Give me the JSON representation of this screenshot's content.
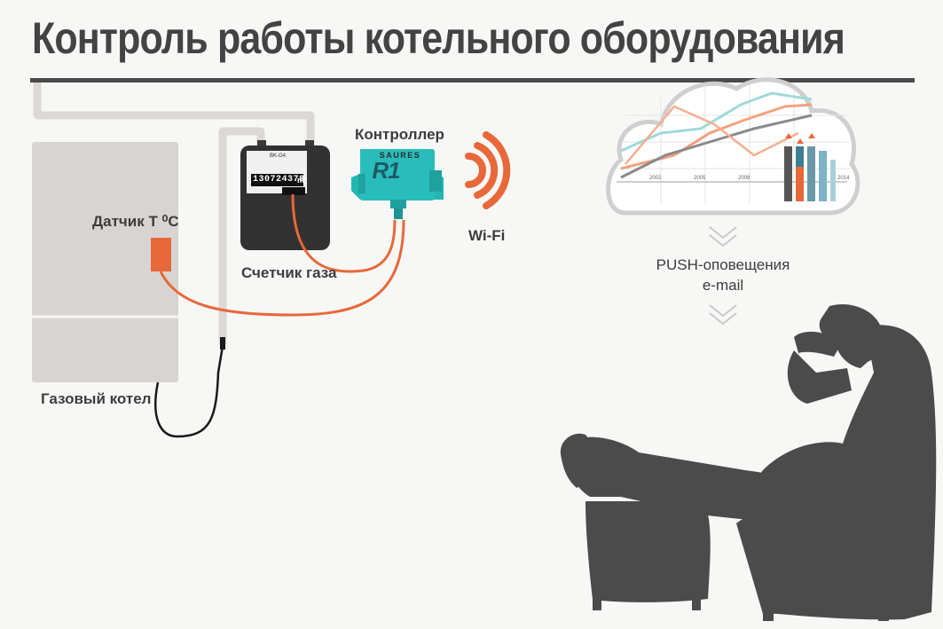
{
  "title": "Контроль работы котельного оборудования",
  "labels": {
    "boiler": "Газовый котел",
    "sensor": "Датчик Т ⁰С",
    "meter": "Счетчик газа",
    "controller": "Контроллер",
    "wifi": "Wi-Fi",
    "push": "PUSH-оповещения",
    "email": "e-mail"
  },
  "meter": {
    "reading": "130724378",
    "unit": "m³",
    "model": "BK-G4"
  },
  "controller": {
    "brand": "SAURES",
    "model": "R1"
  },
  "cloud_chart": {
    "years": [
      "2002",
      "2005",
      "2008",
      "2014"
    ]
  },
  "colors": {
    "accent": "#e8683a",
    "teal": "#22b6b4",
    "boiler": "#d8d4d1",
    "pipe": "#dcd8d6",
    "silhouette": "#4b4b4b"
  },
  "icons": [
    "wifi-icon",
    "chevron-down-icon",
    "cloud-icon",
    "person-in-armchair-icon"
  ]
}
